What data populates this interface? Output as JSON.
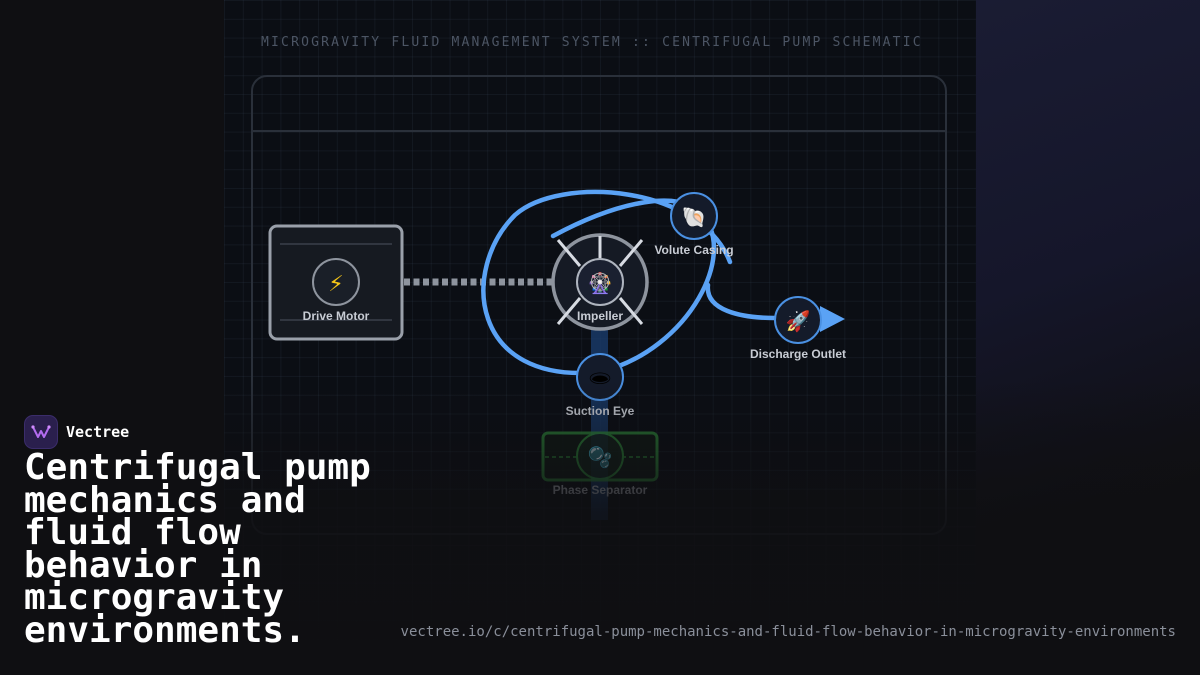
{
  "schematic": {
    "title": "MICROGRAVITY FLUID MANAGEMENT SYSTEM :: CENTRIFUGAL PUMP SCHEMATIC",
    "nodes": {
      "drive_motor": {
        "label": "Drive Motor",
        "icon": "lightning-icon",
        "glyph": "⚡"
      },
      "impeller": {
        "label": "Impeller",
        "icon": "ferris-wheel-icon",
        "glyph": "🎡"
      },
      "volute_casing": {
        "label": "Volute Casing",
        "icon": "spiral-shell-icon",
        "glyph": "🐚"
      },
      "discharge_outlet": {
        "label": "Discharge Outlet",
        "icon": "rocket-icon",
        "glyph": "🚀"
      },
      "suction_eye": {
        "label": "Suction Eye",
        "icon": "hole-icon",
        "glyph": "🕳"
      },
      "phase_separator": {
        "label": "Phase Separator",
        "icon": "bubbles-icon",
        "glyph": "🫧"
      }
    },
    "colors": {
      "flow": "#5aa2f5",
      "node_border": "#4a90e2",
      "node_fill": "#141b2a",
      "motor_border": "#9aa0aa",
      "separator_border": "#2f8a3a",
      "shaft": "#8e949e"
    }
  },
  "brand": {
    "name": "Vectree",
    "logo_icon": "vectree-logo-icon"
  },
  "headline": "Centrifugal pump mechanics and fluid flow behavior in microgravity environments.",
  "url": "vectree.io/c/centrifugal-pump-mechanics-and-fluid-flow-behavior-in-microgravity-environments"
}
